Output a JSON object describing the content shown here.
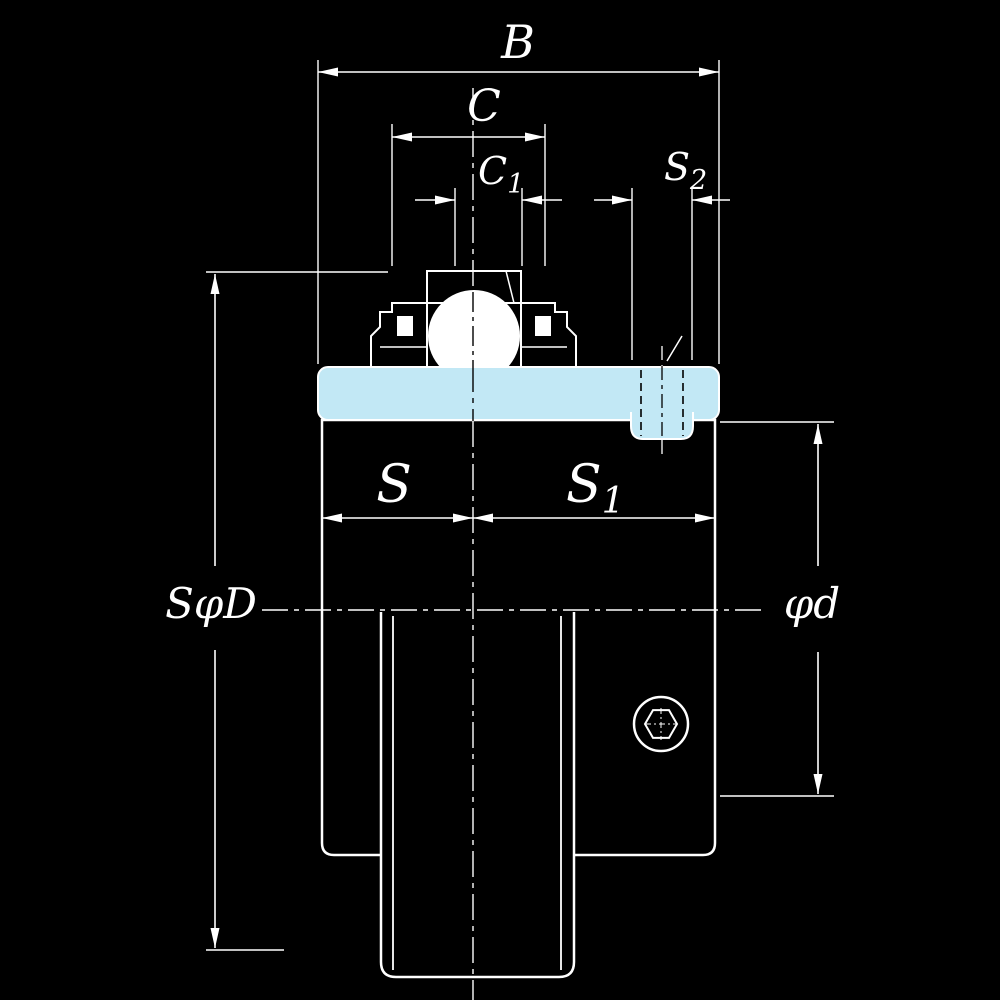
{
  "labels": {
    "b": {
      "main": "B"
    },
    "c": {
      "main": "C"
    },
    "c1": {
      "main": "C",
      "sub": "1"
    },
    "s2": {
      "main": "S",
      "sub": "2"
    },
    "s": {
      "main": "S"
    },
    "s1": {
      "main": "S",
      "sub": "1"
    },
    "s_phi_d": {
      "main": "SφD"
    },
    "phi_d": {
      "main": "φd"
    }
  },
  "colors": {
    "background": "#000000",
    "line_color": "#ffffff",
    "highlight_fill": "#c2e8f5",
    "ball_fill": "#ffffff"
  }
}
